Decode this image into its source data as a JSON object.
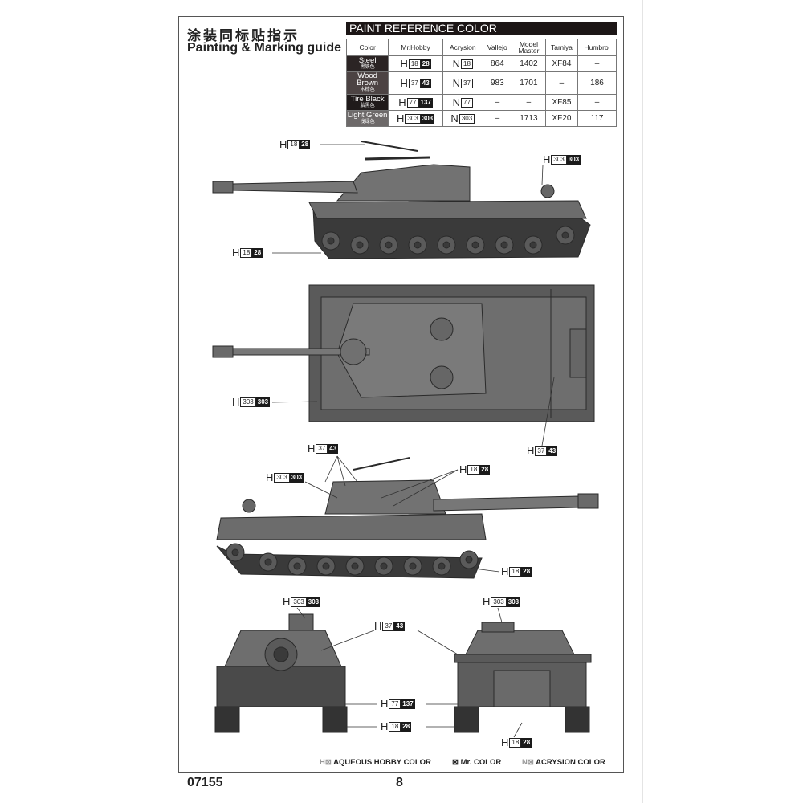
{
  "title_cn": "涂装同标贴指示",
  "title_en": "Painting & Marking guide",
  "paint_ref": {
    "title": "PAINT REFERENCE COLOR",
    "headers": [
      "Color",
      "Mr.Hobby",
      "Acrysion",
      "Vallejo",
      "Model Master",
      "Tamiya",
      "Humbrol"
    ],
    "rows": [
      {
        "name": "Steel",
        "name_cn": "黑铁色",
        "swatch": "#2b2424",
        "h": "18",
        "mr": "28",
        "n": "18",
        "vallejo": "864",
        "mm": "1402",
        "tamiya": "XF84",
        "humbrol": "–"
      },
      {
        "name": "Wood Brown",
        "name_cn": "木棕色",
        "swatch": "#4c4343",
        "h": "37",
        "mr": "43",
        "n": "37",
        "vallejo": "983",
        "mm": "1701",
        "tamiya": "–",
        "humbrol": "186"
      },
      {
        "name": "Tire Black",
        "name_cn": "胎黑色",
        "swatch": "#1f1a1a",
        "h": "77",
        "mr": "137",
        "n": "77",
        "vallejo": "–",
        "mm": "–",
        "tamiya": "XF85",
        "humbrol": "–"
      },
      {
        "name": "Light Green",
        "name_cn": "浅绿色",
        "swatch": "#6d6969",
        "h": "303",
        "mr": "303",
        "n": "303",
        "vallejo": "–",
        "mm": "1713",
        "tamiya": "XF20",
        "humbrol": "117"
      }
    ]
  },
  "callouts": [
    {
      "h": "18",
      "mr": "28"
    },
    {
      "h": "303",
      "mr": "303"
    },
    {
      "h": "18",
      "mr": "28"
    },
    {
      "h": "303",
      "mr": "303"
    },
    {
      "h": "37",
      "mr": "43"
    },
    {
      "h": "37",
      "mr": "43"
    },
    {
      "h": "18",
      "mr": "28"
    },
    {
      "h": "303",
      "mr": "303"
    },
    {
      "h": "18",
      "mr": "28"
    },
    {
      "h": "303",
      "mr": "303"
    },
    {
      "h": "303",
      "mr": "303"
    },
    {
      "h": "37",
      "mr": "43"
    },
    {
      "h": "77",
      "mr": "137"
    },
    {
      "h": "18",
      "mr": "28"
    },
    {
      "h": "18",
      "mr": "28"
    }
  ],
  "letters": {
    "h": "H",
    "n": "N"
  },
  "legend": {
    "hobby": "AQUEOUS HOBBY COLOR",
    "mr": "Mr. COLOR",
    "acrysion": "ACRYSION COLOR",
    "h_prefix": "H⊠",
    "mr_prefix": "⊠",
    "n_prefix": "N⊠"
  },
  "footer": {
    "kit_number": "07155",
    "page_number": "8"
  }
}
